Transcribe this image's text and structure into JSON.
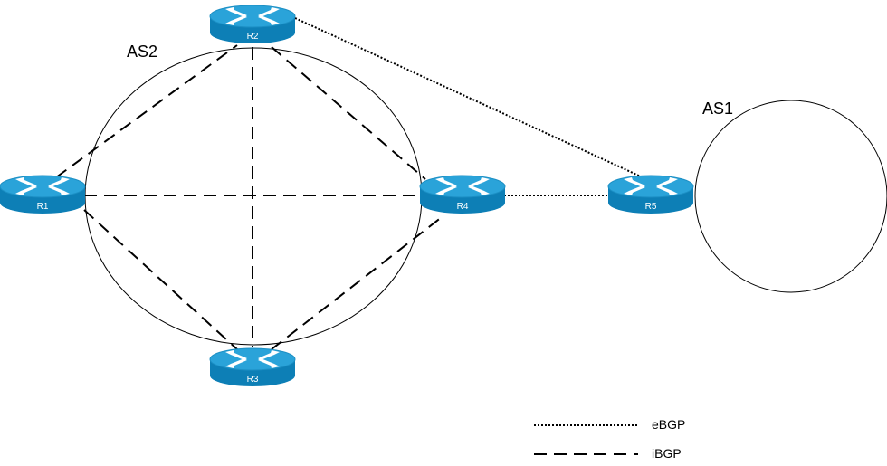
{
  "autonomous_systems": [
    {
      "id": "as2",
      "label": "AS2"
    },
    {
      "id": "as1",
      "label": "AS1"
    }
  ],
  "routers": [
    {
      "id": "r1",
      "label": "R1"
    },
    {
      "id": "r2",
      "label": "R2"
    },
    {
      "id": "r3",
      "label": "R3"
    },
    {
      "id": "r4",
      "label": "R4"
    },
    {
      "id": "r5",
      "label": "R5"
    }
  ],
  "links": [
    {
      "from": "R2",
      "to": "R5",
      "type": "eBGP"
    },
    {
      "from": "R4",
      "to": "R5",
      "type": "eBGP"
    },
    {
      "from": "R1",
      "to": "R2",
      "type": "iBGP"
    },
    {
      "from": "R1",
      "to": "R3",
      "type": "iBGP"
    },
    {
      "from": "R1",
      "to": "R4",
      "type": "iBGP"
    },
    {
      "from": "R2",
      "to": "R3",
      "type": "iBGP"
    },
    {
      "from": "R2",
      "to": "R4",
      "type": "iBGP"
    },
    {
      "from": "R3",
      "to": "R4",
      "type": "iBGP"
    }
  ],
  "legend": {
    "ebgp_label": "eBGP",
    "ibgp_label": "iBGP"
  },
  "colors": {
    "router_top": "#2aa3d9",
    "router_body": "#0d7fb6",
    "router_edge": "#0a6c9c",
    "line": "#000000"
  }
}
